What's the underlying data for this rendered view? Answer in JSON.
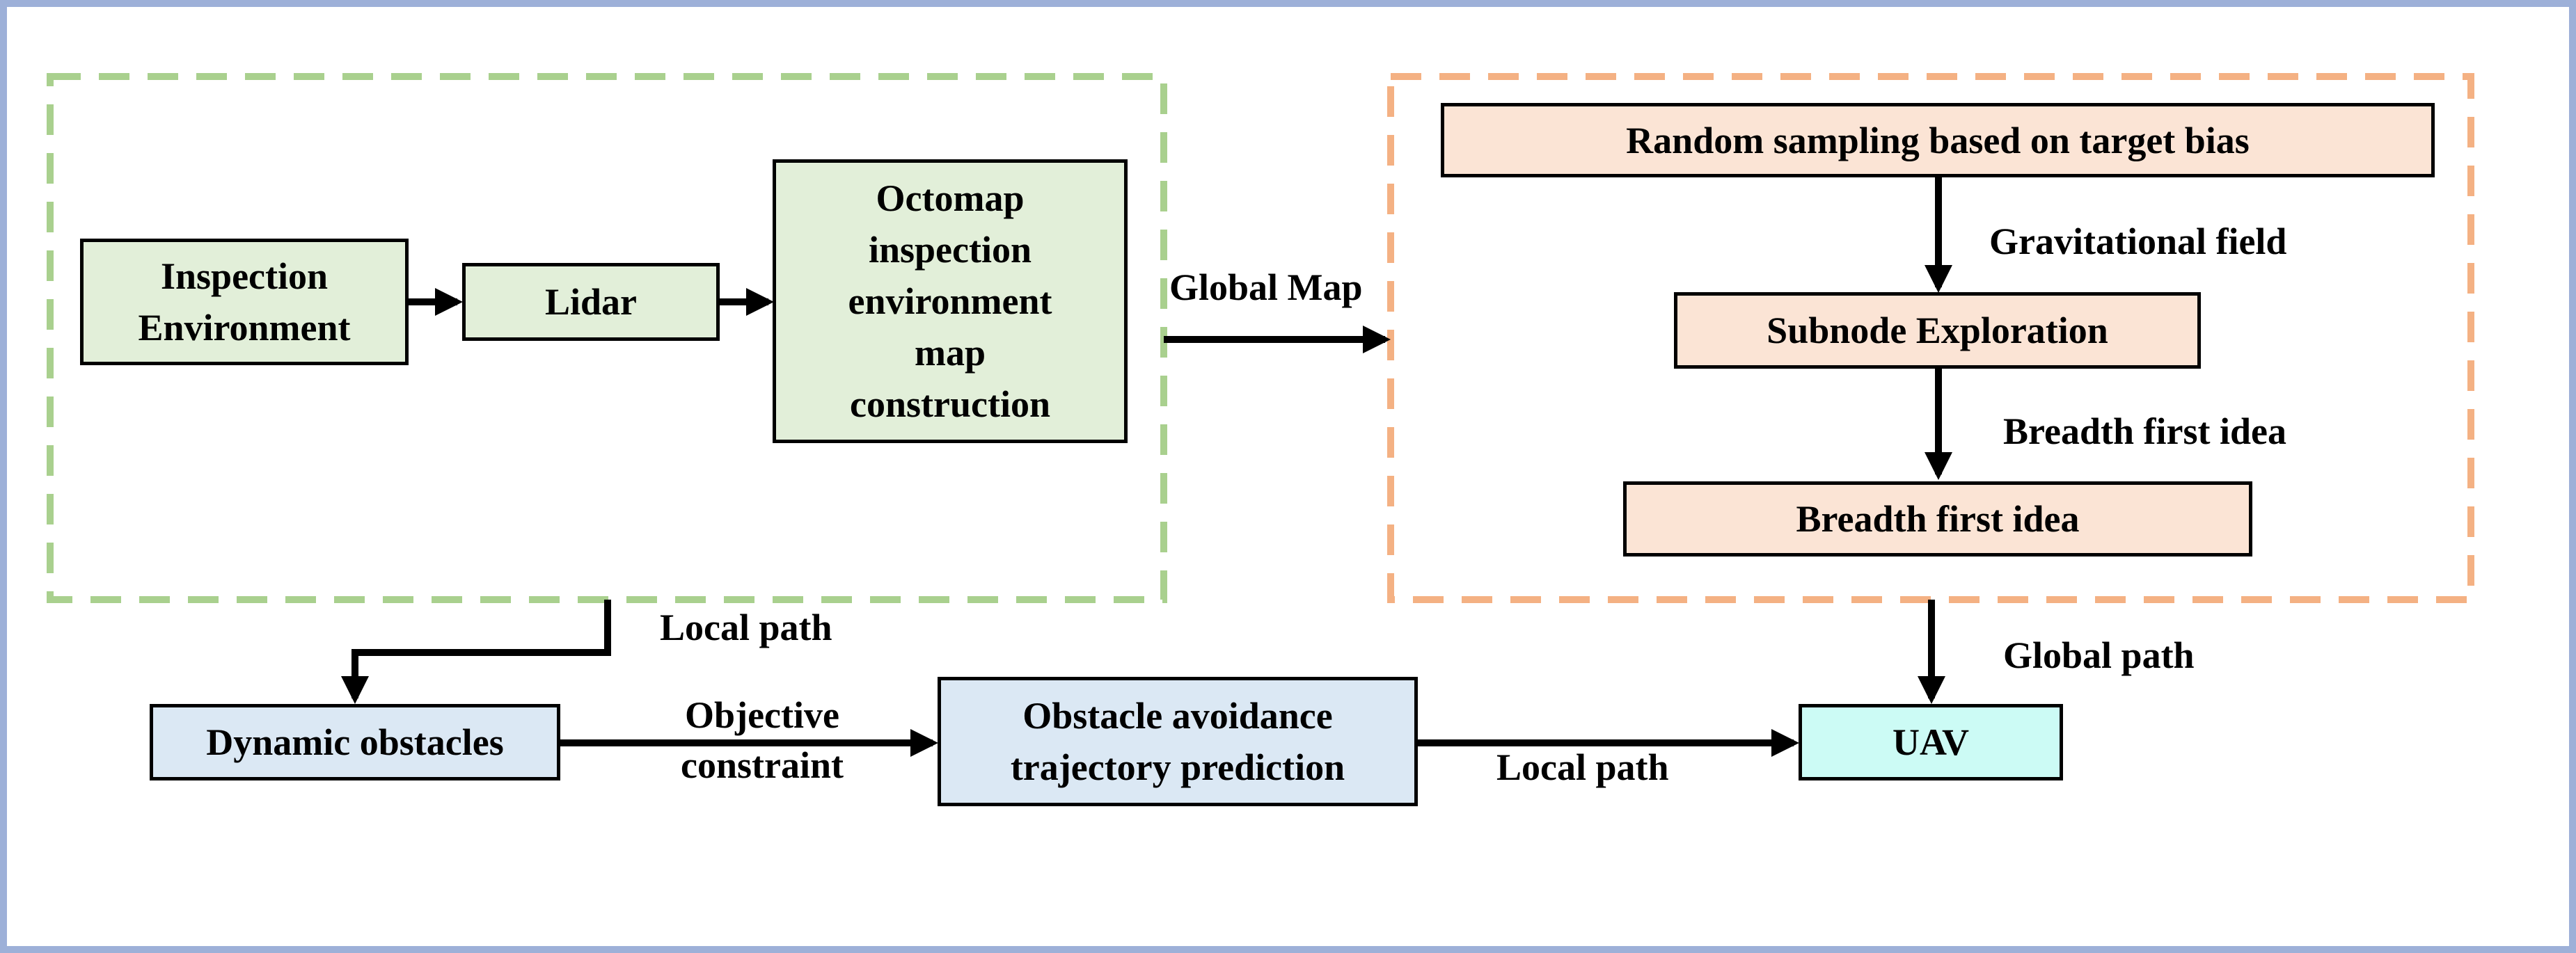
{
  "colors": {
    "frame": "#9db0d8",
    "green_group_border": "#a9d08e",
    "peach_group_border": "#f4b183",
    "green_fill": "#e2efd9",
    "peach_fill": "#fbe4d5",
    "blue_fill": "#dbe8f4",
    "cyan_fill": "#ccfbf5",
    "arrow": "#000000"
  },
  "nodes": {
    "inspection_env": "Inspection Environment",
    "lidar": "Lidar",
    "octomap": "Octomap inspection environment map construction",
    "random_sampling": "Random sampling based on target bias",
    "subnode_exploration": "Subnode Exploration",
    "breadth_first_box": "Breadth first idea",
    "dynamic_obstacles": "Dynamic obstacles",
    "obstacle_avoidance": "Obstacle avoidance trajectory prediction",
    "uav": "UAV"
  },
  "edge_labels": {
    "global_map": "Global Map",
    "gravitational_field": "Gravitational field",
    "breadth_first_label": "Breadth first idea",
    "local_path_top": "Local path",
    "objective_constraint": "Objective constraint",
    "local_path_bottom": "Local path",
    "global_path": "Global path"
  }
}
